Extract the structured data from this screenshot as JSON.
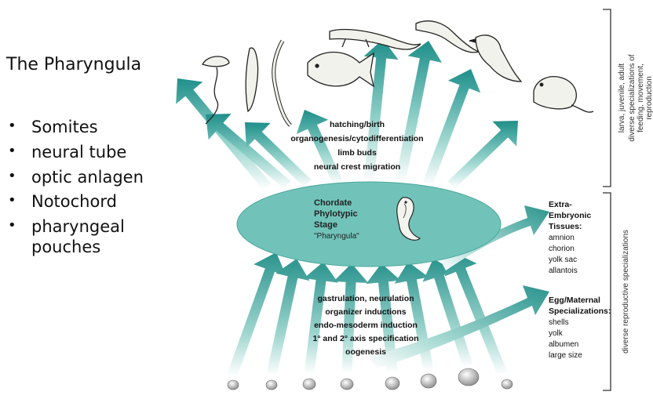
{
  "slide": {
    "title": "The Pharyngula",
    "bullets": [
      "Somites",
      "neural tube",
      "optic anlagen",
      "Notochord",
      "pharyngeal pouches"
    ]
  },
  "diagram": {
    "colors": {
      "teal": "#1f8f8a",
      "teal_light": "#8fd0c8",
      "ellipse": "#71c3b9",
      "ink": "#222222"
    },
    "center": {
      "lines": [
        "Chordate",
        "Phylotypic",
        "Stage"
      ],
      "sub": "\"Pharyngula\"",
      "embryo_icon": "embryo-icon"
    },
    "upper_process": [
      "hatching/birth",
      "organogenesis/cytodifferentiation",
      "limb buds",
      "neural crest migration"
    ],
    "lower_process": [
      "gastrulation, neurulation",
      "organizer inductions",
      "endo-mesoderm induction",
      "1° and 2° axis specification",
      "oogenesis"
    ],
    "extra_embryonic": {
      "heading": [
        "Extra-",
        "Embryonic",
        "Tissues:"
      ],
      "items": [
        "amnion",
        "chorion",
        "yolk sac",
        "allantois"
      ]
    },
    "egg_maternal": {
      "heading": [
        "Egg/Maternal",
        "Specializations:"
      ],
      "items": [
        "shells",
        "yolk",
        "albumen",
        "large size"
      ]
    },
    "bracket_upper": {
      "label_inner": "larva, juvenile, adult",
      "label_outer": [
        "diverse specializations of",
        "feeding, movement,",
        "reproduction"
      ]
    },
    "bracket_lower": {
      "label": "diverse reproductive specializations"
    },
    "animal_icons": [
      "jellyfish-icon",
      "lancelet-icon",
      "lamprey-icon",
      "fish-icon",
      "salamander-icon",
      "lizard-icon",
      "bird-icon",
      "mouse-icon"
    ]
  }
}
